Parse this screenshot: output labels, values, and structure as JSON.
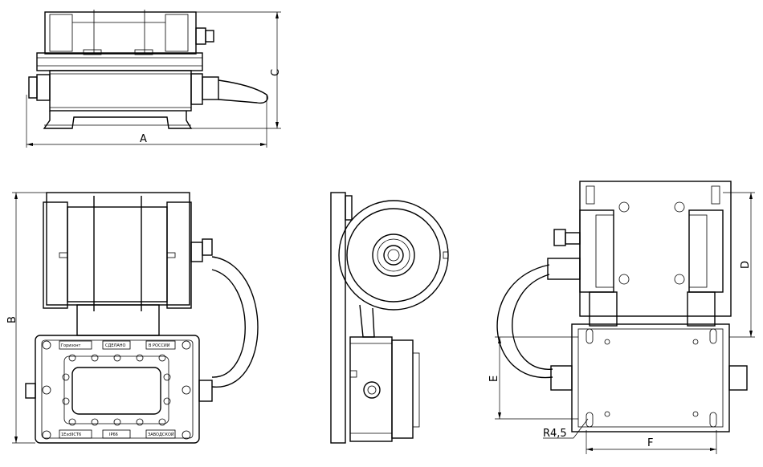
{
  "dimensions": {
    "a": "A",
    "b": "B",
    "c": "C",
    "d": "D",
    "e": "E",
    "f": "F",
    "radius": "R4,5"
  },
  "plates": {
    "p1": "Горизонт",
    "p2": "СДЕЛАНО",
    "p3": "В РОССИИ",
    "p4": "1ExdIICT6",
    "p5": "IP66",
    "p6": "ЗАВОДСКОЙ"
  }
}
